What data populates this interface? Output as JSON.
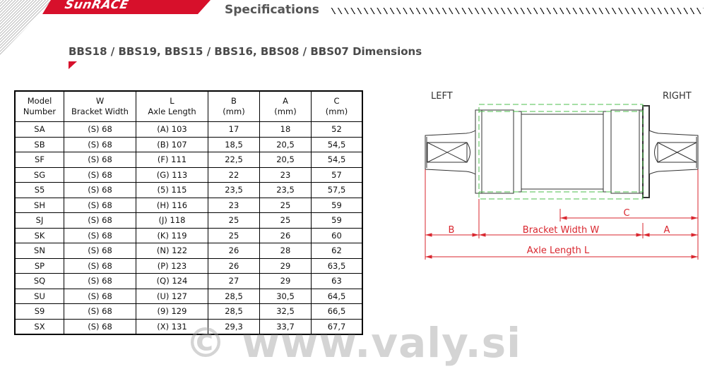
{
  "header": {
    "brand": "SunRACE",
    "section_title": "Specifications",
    "brand_color": "#d7102b"
  },
  "subtitle": "BBS18 / BBS19, BBS15 / BBS16, BBS08 / BBS07 Dimensions",
  "table": {
    "headers": [
      {
        "line1": "Model",
        "line2": "Number"
      },
      {
        "line1": "W",
        "line2": "Bracket Width"
      },
      {
        "line1": "L",
        "line2": "Axle Length"
      },
      {
        "line1": "B",
        "line2": "(mm)"
      },
      {
        "line1": "A",
        "line2": "(mm)"
      },
      {
        "line1": "C",
        "line2": "(mm)"
      }
    ],
    "rows": [
      [
        "SA",
        "(S) 68",
        "(A) 103",
        "17",
        "18",
        "52"
      ],
      [
        "SB",
        "(S) 68",
        "(B) 107",
        "18,5",
        "20,5",
        "54,5"
      ],
      [
        "SF",
        "(S) 68",
        "(F) 111",
        "22,5",
        "20,5",
        "54,5"
      ],
      [
        "SG",
        "(S) 68",
        "(G) 113",
        "22",
        "23",
        "57"
      ],
      [
        "S5",
        "(S) 68",
        "(5) 115",
        "23,5",
        "23,5",
        "57,5"
      ],
      [
        "SH",
        "(S) 68",
        "(H) 116",
        "23",
        "25",
        "59"
      ],
      [
        "SJ",
        "(S) 68",
        "(J) 118",
        "25",
        "25",
        "59"
      ],
      [
        "SK",
        "(S) 68",
        "(K) 119",
        "25",
        "26",
        "60"
      ],
      [
        "SN",
        "(S) 68",
        "(N) 122",
        "26",
        "28",
        "62"
      ],
      [
        "SP",
        "(S) 68",
        "(P) 123",
        "26",
        "29",
        "63,5"
      ],
      [
        "SQ",
        "(S) 68",
        "(Q) 124",
        "27",
        "29",
        "63"
      ],
      [
        "SU",
        "(S) 68",
        "(U) 127",
        "28,5",
        "30,5",
        "64,5"
      ],
      [
        "S9",
        "(S) 68",
        "(9) 129",
        "28,5",
        "32,5",
        "66,5"
      ],
      [
        "SX",
        "(S) 68",
        "(X) 131",
        "29,3",
        "33,7",
        "67,7"
      ]
    ]
  },
  "diagram": {
    "left_label": "LEFT",
    "right_label": "RIGHT",
    "dim_c": "C",
    "dim_b": "B",
    "dim_w": "Bracket Width W",
    "dim_a": "A",
    "dim_l": "Axle Length L",
    "dim_color": "#d9262e",
    "guide_color": "#4cbf4c"
  },
  "watermark": "© www.valy.si"
}
